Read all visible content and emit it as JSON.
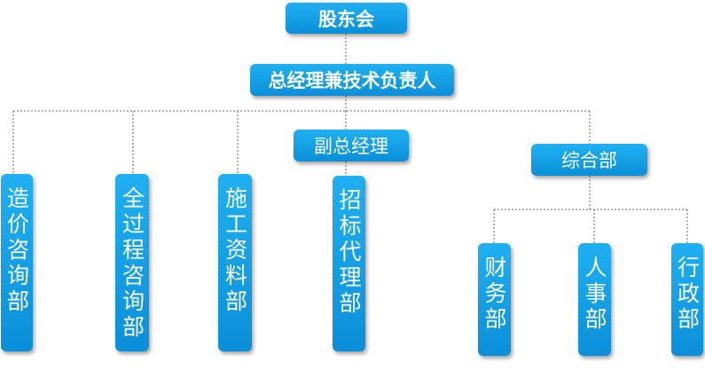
{
  "org": {
    "shareholders": "股东会",
    "gm": "总经理兼技术负责人",
    "deputy_gm": "副总经理",
    "general_dept": "综合部",
    "cost_dept": "造价咨询部",
    "whole_process_dept": "全过程咨询部",
    "construction_docs_dept": "施工资料部",
    "tender_agency_dept": "招标代理部",
    "finance_dept": "财务部",
    "hr_dept": "人事部",
    "admin_dept": "行政部"
  },
  "colors": {
    "node_fill": "#0a8fd8",
    "node_text": "#ffffff",
    "connector": "#8a8a8a"
  }
}
